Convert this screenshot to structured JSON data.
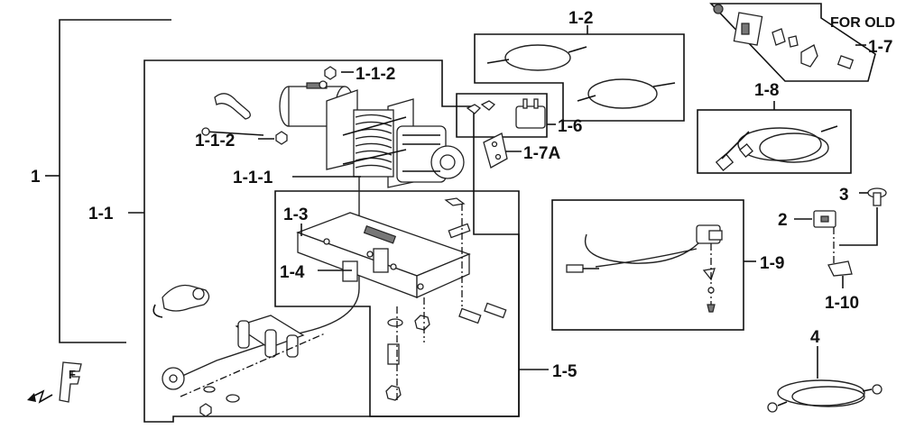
{
  "diagram": {
    "callouts": {
      "c1": "1",
      "c1_1": "1-1",
      "c1_1_1": "1-1-1",
      "c1_1_2_top": "1-1-2",
      "c1_1_2_left": "1-1-2",
      "c1_2": "1-2",
      "c1_3": "1-3",
      "c1_4": "1-4",
      "c1_5": "1-5",
      "c1_6": "1-6",
      "c1_7": "1-7",
      "c1_7a": "1-7A",
      "c1_8": "1-8",
      "c1_9": "1-9",
      "c1_10": "1-10",
      "c2": "2",
      "c3": "3",
      "c4": "4"
    },
    "note_for_old": "FOR OLD",
    "front_symbol": "F"
  }
}
